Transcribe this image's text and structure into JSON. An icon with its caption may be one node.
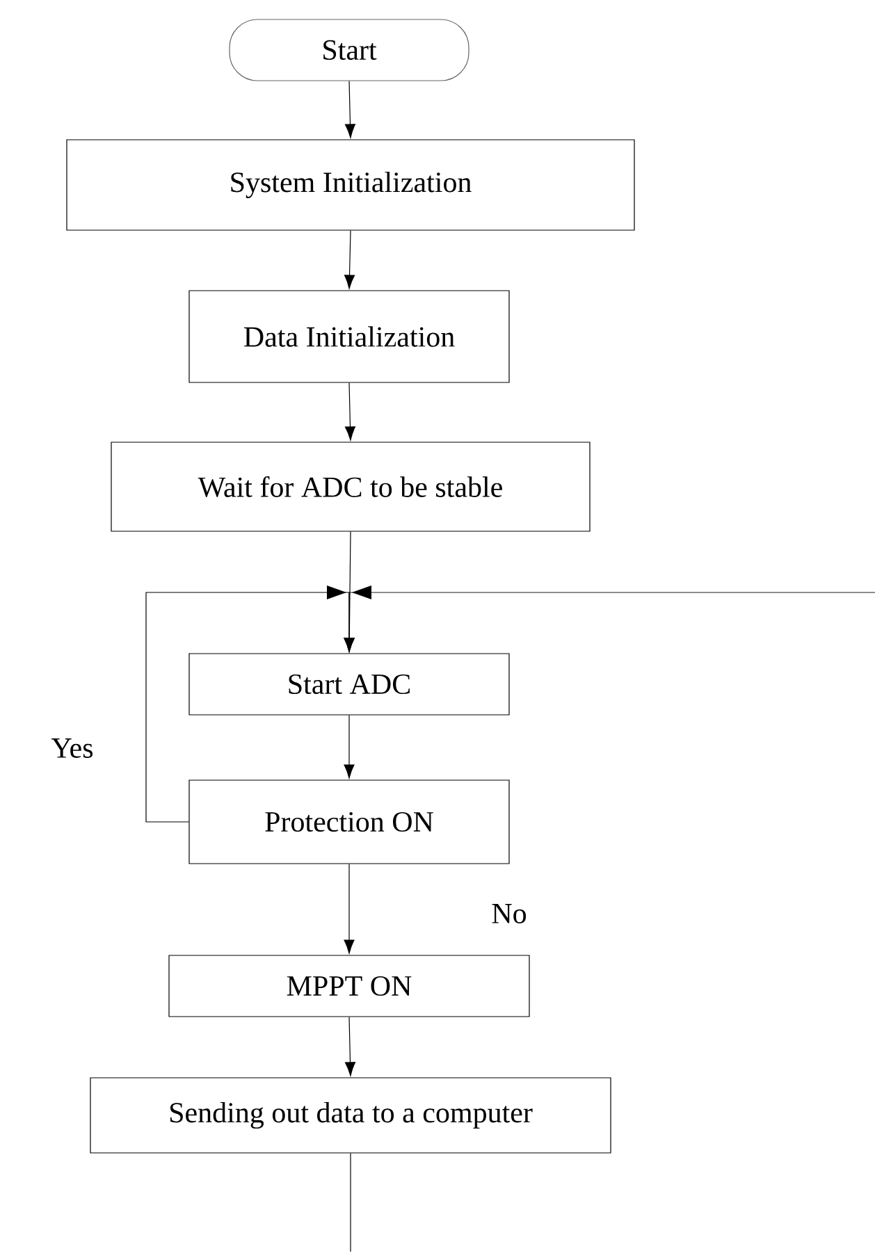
{
  "diagram": {
    "nodes": [
      {
        "text": [
          "Start"
        ]
      },
      {
        "text": [
          "System Initialization"
        ]
      },
      {
        "text": [
          "Data Initialization"
        ]
      },
      {
        "text": [
          "Wait for ADC to be stable"
        ]
      },
      {
        "text": [
          "Start ADC"
        ]
      },
      {
        "text": [
          "Protection ON"
        ]
      },
      {
        "text": [
          "MPPT ON"
        ]
      },
      {
        "text": [
          "Sending out data to a computer"
        ]
      }
    ],
    "edges": [
      {
        "from": 0,
        "to": 1,
        "arrow": "to"
      },
      {
        "from": 1,
        "to": 2,
        "arrow": "to"
      },
      {
        "from": 2,
        "to": 3,
        "arrow": "to"
      },
      {
        "from": 3,
        "to": 4,
        "arrow": "to"
      },
      {
        "from": 5,
        "to": 4,
        "arrow": "to",
        "label": "Yes"
      },
      {
        "from": null,
        "to": 4,
        "arrow": "to"
      },
      {
        "from": 4,
        "to": 5,
        "arrow": "to"
      },
      {
        "from": 5,
        "to": 6,
        "arrow": "to",
        "label": "No"
      },
      {
        "from": 6,
        "to": 7,
        "arrow": "to"
      },
      {
        "from": 7,
        "to": null,
        "arrow": "none"
      }
    ]
  }
}
